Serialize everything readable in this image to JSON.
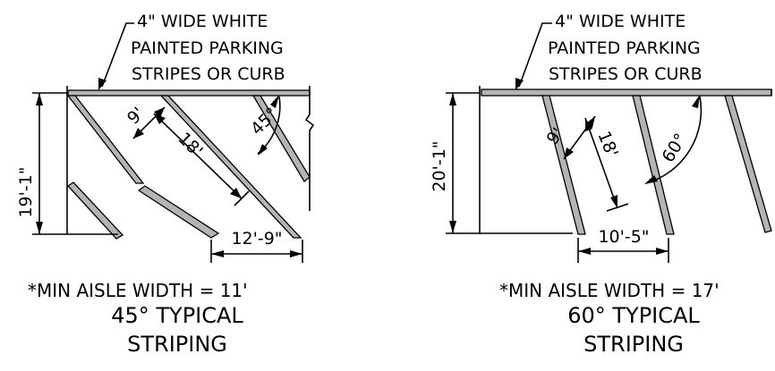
{
  "left_detail": {
    "callout_line1": "4\" WIDE WHITE",
    "callout_line2": "PAINTED PARKING",
    "callout_line3": "STRIPES OR CURB",
    "stall_width": "9'",
    "stall_length": "18'",
    "angle": "45°",
    "stall_depth": "19'-1\"",
    "curb_width": "12'-9\"",
    "aisle_note": "*MIN AISLE WIDTH = 11'",
    "title_line1": "45° TYPICAL",
    "title_line2": "STRIPING"
  },
  "right_detail": {
    "callout_line1": "4\" WIDE WHITE",
    "callout_line2": "PAINTED PARKING",
    "callout_line3": "STRIPES OR CURB",
    "stall_width": "9'",
    "stall_length": "18'",
    "angle": "60°",
    "stall_depth": "20'-1\"",
    "curb_width": "10'-5\"",
    "aisle_note": "*MIN AISLE WIDTH = 17'",
    "title_line1": "60° TYPICAL",
    "title_line2": "STRIPING"
  }
}
